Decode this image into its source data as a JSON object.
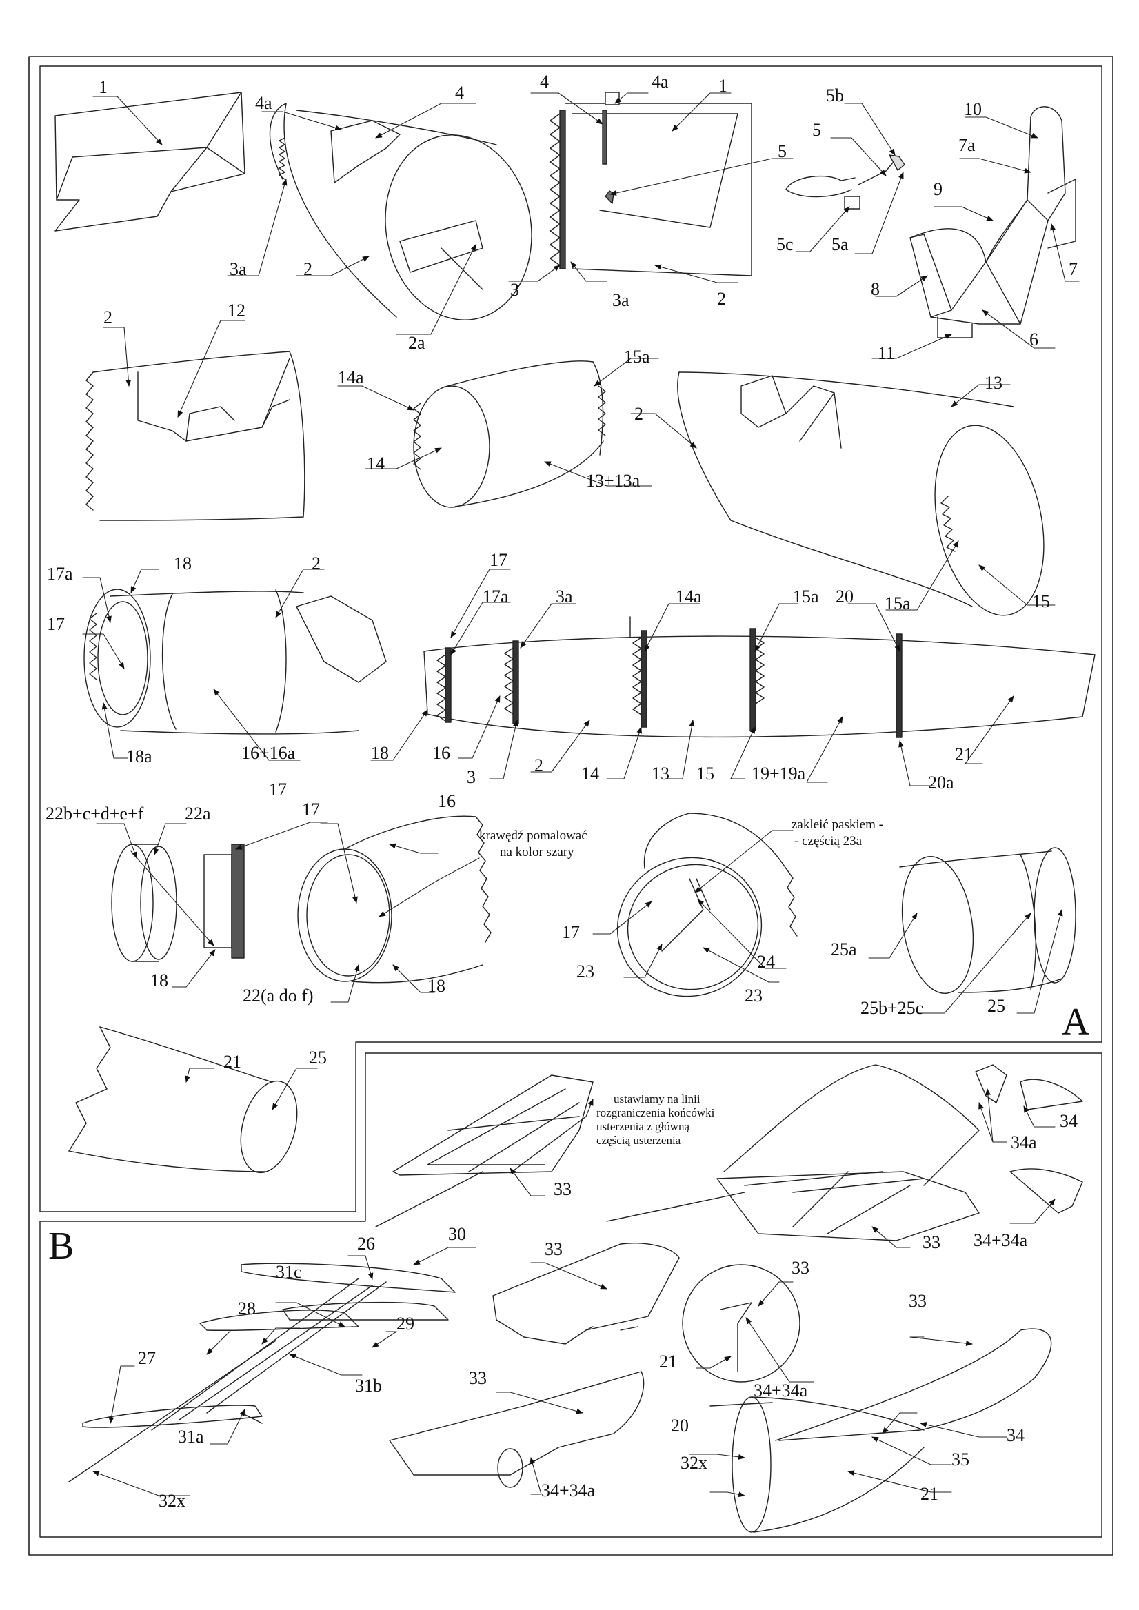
{
  "sections": {
    "a": "A",
    "b": "B"
  },
  "labels": {
    "l_1_topleft": "1",
    "l_4a_cyl": "4a",
    "l_4_cyl": "4",
    "l_3a_cyl": "3a",
    "l_2_cyl": "2",
    "l_2a_cyl": "2a",
    "l_4_sheet": "4",
    "l_4a_sheet": "4a",
    "l_1_sheet": "1",
    "l_5_sheet": "5",
    "l_3_sheet": "3",
    "l_3a_sheet": "3a",
    "l_2_sheet": "2",
    "l_5b": "5b",
    "l_5": "5",
    "l_5c": "5c",
    "l_5a": "5a",
    "l_10": "10",
    "l_7a": "7a",
    "l_9": "9",
    "l_7": "7",
    "l_8": "8",
    "l_6": "6",
    "l_11": "11",
    "l_2_row2": "2",
    "l_12": "12",
    "l_15a_ring": "15a",
    "l_14a_ring": "14a",
    "l_14_ring": "14",
    "l_13_13a": "13+13a",
    "l_2_big": "2",
    "l_13_big": "13",
    "l_15a_big": "15a",
    "l_15_big": "15",
    "l_17a_left": "17a",
    "l_18_left": "18",
    "l_2_left": "2",
    "l_17_left": "17",
    "l_18a": "18a",
    "l_16_16a": "16+16a",
    "l_17_fus": "17",
    "l_17a_fus": "17a",
    "l_3a_fus": "3a",
    "l_14a_fus": "14a",
    "l_15a_fus": "15a",
    "l_20_fus": "20",
    "l_18_fus": "18",
    "l_16_fus": "16",
    "l_3_fus": "3",
    "l_2_fus": "2",
    "l_14_fus": "14",
    "l_13_fus": "13",
    "l_15_fus": "15",
    "l_19_19a": "19+19a",
    "l_20a": "20a",
    "l_21_fus": "21",
    "l_17_top": "17",
    "l_22bcdef": "22b+c+d+e+f",
    "l_22a": "22a",
    "l_17_mid": "17",
    "l_16_mid": "16",
    "l_18_r4a": "18",
    "l_22adof": "22(a do f)",
    "l_18_r4b": "18",
    "l_17_r4c": "17",
    "l_23a_r4": "23",
    "l_23b_r4": "23",
    "l_24": "24",
    "l_25a": "25a",
    "l_25b25c": "25b+25c",
    "l_25_r4": "25",
    "l_21_r5": "21",
    "l_25_r5": "25",
    "l_33_fin1": "33",
    "l_33_wing1": "33",
    "l_34a": "34a",
    "l_34": "34",
    "l_34_34a_r": "34+34a",
    "l_26": "26",
    "l_30": "30",
    "l_31c": "31c",
    "l_28": "28",
    "l_29": "29",
    "l_27": "27",
    "l_31b": "31b",
    "l_31a": "31a",
    "l_32x_left": "32x",
    "l_33_b1": "33",
    "l_33_b2": "33",
    "l_21_b": "21",
    "l_34_34a_b": "34+34a",
    "l_33_b3": "33",
    "l_34_34a_b2": "34+34a",
    "l_33_b4": "33",
    "l_20_b": "20",
    "l_32x_b": "32x",
    "l_34_b": "34",
    "l_35": "35",
    "l_21_b2": "21"
  },
  "notes": {
    "paint_l1": "krawędź pomalować",
    "paint_l2": "na kolor szary",
    "glue_l1": "zakleić paskiem -",
    "glue_l2": "- częścią 23a",
    "fin_l1": "ustawiamy na linii",
    "fin_l2": "rozgraniczenia końcówki",
    "fin_l3": "usterzenia z główną",
    "fin_l4": "częścią usterzenia"
  }
}
